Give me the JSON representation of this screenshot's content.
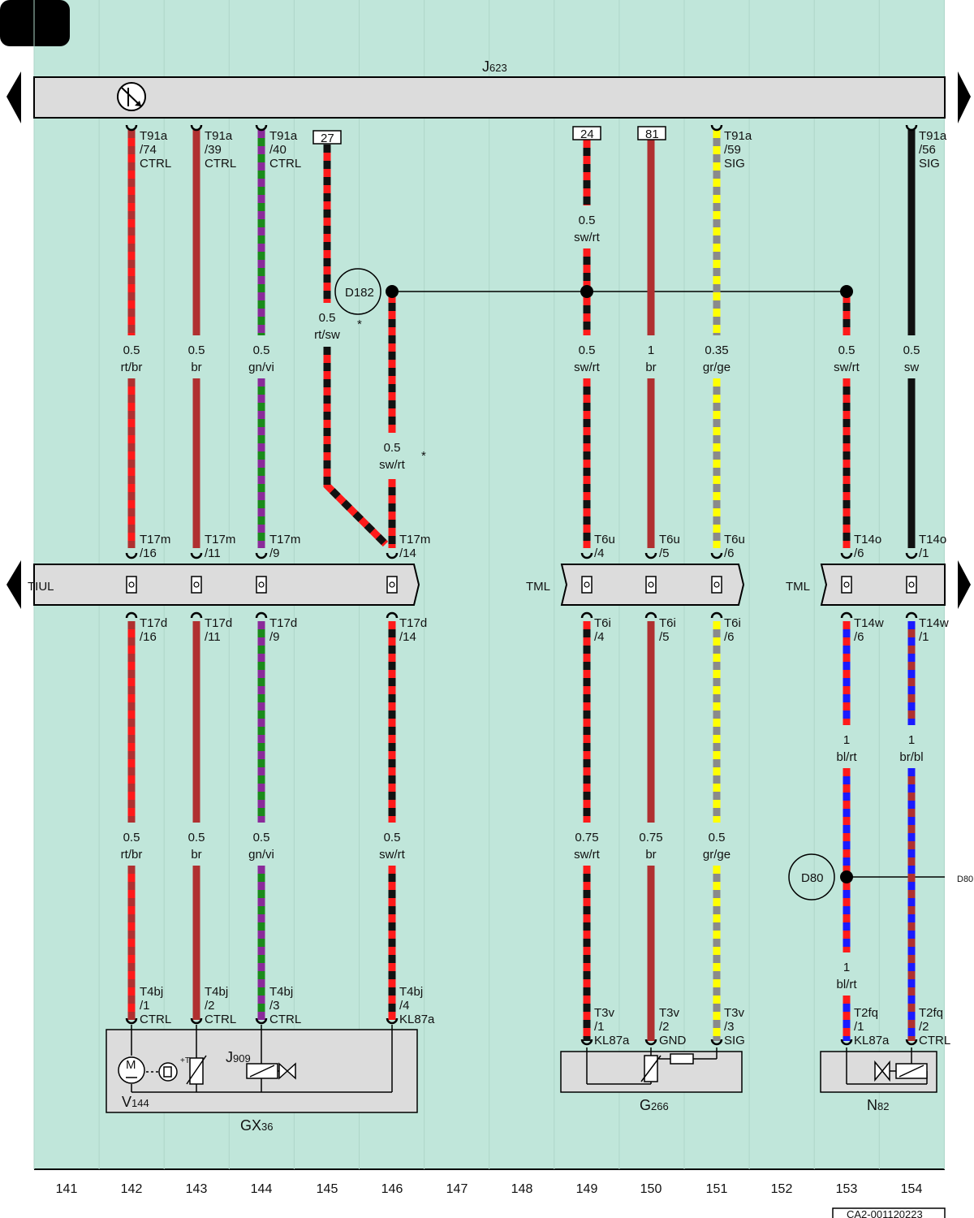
{
  "colors": {
    "background": "#c0e6da",
    "band": "#dcdcdc",
    "rt": "#ff1a1a",
    "br": "#b03030",
    "gn": "#1a8a1a",
    "vi": "#8a2a9a",
    "sw": "#111111",
    "gr": "#8a8a8a",
    "ge": "#ffff00",
    "bl": "#1a1aff"
  },
  "icons": {
    "left_arrow": "left-triangle-icon",
    "right_arrow": "right-triangle-icon",
    "ecu": "ecu-symbol-icon",
    "motor": "motor-icon",
    "sensor": "temperature-sensor-icon",
    "valve": "valve-icon"
  },
  "bus": {
    "main": "J623",
    "main_base": "J",
    "main_sub": "623"
  },
  "connector_labels": {
    "left": "TIUL",
    "mid": "TML",
    "right": "TML"
  },
  "top_pins": [
    {
      "l1": "T91a",
      "l2": "/74",
      "l3": "CTRL"
    },
    {
      "l1": "T91a",
      "l2": "/39",
      "l3": "CTRL"
    },
    {
      "l1": "T91a",
      "l2": "/40",
      "l3": "CTRL"
    },
    {
      "l1": "27"
    },
    {
      "l1": "24"
    },
    {
      "l1": "81"
    },
    {
      "l1": "T91a",
      "l2": "/59",
      "l3": "SIG"
    },
    {
      "l1": "T91a",
      "l2": "/56",
      "l3": "SIG"
    }
  ],
  "wire_labels": [
    {
      "size": "0.5",
      "color": "rt/br"
    },
    {
      "size": "0.5",
      "color": "br"
    },
    {
      "size": "0.5",
      "color": "gn/vi"
    },
    {
      "size": "0.5",
      "color": "rt/sw"
    },
    {
      "size": "0.5",
      "color": "sw/rt"
    },
    {
      "size": "0.5",
      "color": "sw/rt"
    },
    {
      "size": "0.5",
      "color": "sw/rt"
    },
    {
      "size": "1",
      "color": "br"
    },
    {
      "size": "0.35",
      "color": "gr/ge"
    },
    {
      "size": "0.5",
      "color": "sw/rt"
    },
    {
      "size": "0.5",
      "color": "sw"
    },
    {
      "size": "1",
      "color": "bl/rt"
    },
    {
      "size": "1",
      "color": "br/bl"
    },
    {
      "size": "0.5",
      "color": "rt/br"
    },
    {
      "size": "0.5",
      "color": "br"
    },
    {
      "size": "0.5",
      "color": "gn/vi"
    },
    {
      "size": "0.5",
      "color": "sw/rt"
    },
    {
      "size": "0.75",
      "color": "sw/rt"
    },
    {
      "size": "0.75",
      "color": "br"
    },
    {
      "size": "0.5",
      "color": "gr/ge"
    },
    {
      "size": "1",
      "color": "bl/rt"
    }
  ],
  "upper_pins": [
    {
      "l1": "T17m",
      "l2": "/16"
    },
    {
      "l1": "T17m",
      "l2": "/11"
    },
    {
      "l1": "T17m",
      "l2": "/9"
    },
    {
      "l1": "T17m",
      "l2": "/14"
    },
    {
      "l1": "T6u",
      "l2": "/4"
    },
    {
      "l1": "T6u",
      "l2": "/5"
    },
    {
      "l1": "T6u",
      "l2": "/6"
    },
    {
      "l1": "T14o",
      "l2": "/6"
    },
    {
      "l1": "T14o",
      "l2": "/1"
    }
  ],
  "lower_pins": [
    {
      "l1": "T17d",
      "l2": "/16"
    },
    {
      "l1": "T17d",
      "l2": "/11"
    },
    {
      "l1": "T17d",
      "l2": "/9"
    },
    {
      "l1": "T17d",
      "l2": "/14"
    },
    {
      "l1": "T6i",
      "l2": "/4"
    },
    {
      "l1": "T6i",
      "l2": "/5"
    },
    {
      "l1": "T6i",
      "l2": "/6"
    },
    {
      "l1": "T14w",
      "l2": "/6"
    },
    {
      "l1": "T14w",
      "l2": "/1"
    }
  ],
  "bottom_pins": [
    {
      "l1": "T4bj",
      "l2": "/1",
      "l3": "CTRL"
    },
    {
      "l1": "T4bj",
      "l2": "/2",
      "l3": "CTRL"
    },
    {
      "l1": "T4bj",
      "l2": "/3",
      "l3": "CTRL"
    },
    {
      "l1": "T4bj",
      "l2": "/4",
      "l3": "KL87a"
    },
    {
      "l1": "T3v",
      "l2": "/1",
      "l3": "KL87a"
    },
    {
      "l1": "T3v",
      "l2": "/2",
      "l3": "GND"
    },
    {
      "l1": "T3v",
      "l2": "/3",
      "l3": "SIG"
    },
    {
      "l1": "T2fq",
      "l2": "/1",
      "l3": "KL87a"
    },
    {
      "l1": "T2fq",
      "l2": "/2",
      "l3": "CTRL"
    }
  ],
  "splices": [
    {
      "name": "D182",
      "note": "*"
    },
    {
      "name": "D80"
    },
    {
      "name": "D80"
    }
  ],
  "note_star": "*",
  "components": {
    "gx36": {
      "base": "GX",
      "sub": "36"
    },
    "v144": {
      "base": "V",
      "sub": "144"
    },
    "j909": {
      "base": "J",
      "sub": "909"
    },
    "g266": {
      "base": "G",
      "sub": "266"
    },
    "n82": {
      "base": "N",
      "sub": "82"
    },
    "motor_letter": "M",
    "sensor_mark": "+T"
  },
  "grid_numbers": [
    "141",
    "142",
    "143",
    "144",
    "145",
    "146",
    "147",
    "148",
    "149",
    "150",
    "151",
    "152",
    "153",
    "154"
  ],
  "doc_id": "CA2-001120223"
}
